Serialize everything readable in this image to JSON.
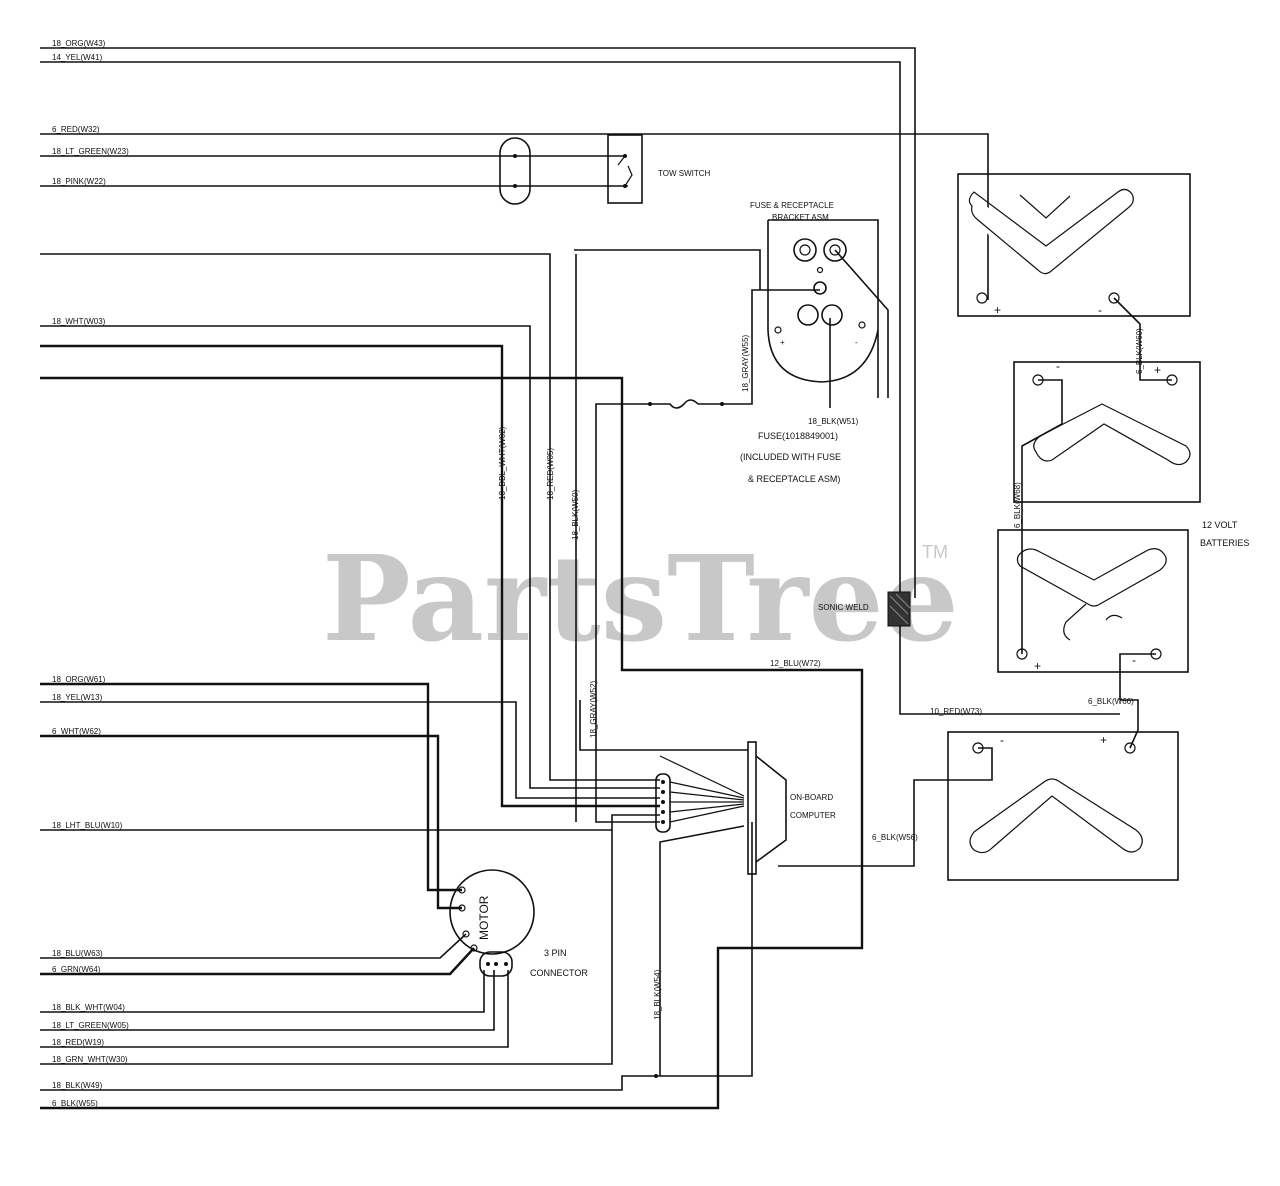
{
  "watermark": {
    "text": "PartsTree",
    "tm": "TM"
  },
  "labels": {
    "w43": "18_ORG(W43)",
    "w41": "14_YEL(W41)",
    "w32": "6_RED(W32)",
    "w23": "18_LT_GREEN(W23)",
    "w22": "18_PINK(W22)",
    "w03": "18_WHT(W03)",
    "w61": "18_ORG(W61)",
    "w13": "18_YEL(W13)",
    "w62": "6_WHT(W62)",
    "w10": "18_LHT_BLU(W10)",
    "w63": "18_BLU(W63)",
    "w64": "6_GRN(W64)",
    "w04": "18_BLK_WHT(W04)",
    "w05": "18_LT_GREEN(W05)",
    "w19": "18_RED(W19)",
    "w30": "18_GRN_WHT(W30)",
    "w49": "18_BLK(W49)",
    "w55b": "6_BLK(W55)",
    "tow_switch": "TOW SWITCH",
    "fuse_asm_1": "FUSE & RECEPTACLE",
    "fuse_asm_2": "BRACKET ASM",
    "gray_w55": "18_GRAY(W55)",
    "blk_w51": "18_BLK(W51)",
    "fuse_1": "FUSE(1018849001)",
    "fuse_2": "(INCLUDED WITH FUSE",
    "fuse_3": "& RECEPTACLE ASM)",
    "dbl_wht": "18_DBL_WHT(W02)",
    "red_w05": "18_RED(W05)",
    "blk_w50": "18_BLK(W50)",
    "gray_w52": "18_GRAY(W52)",
    "blu_w72": "12_BLU(W72)",
    "sonic_weld": "SONIC WELD",
    "red_w73": "10_RED(W73)",
    "blk_w66": "6_BLK(W66)",
    "blk_w56": "6_BLK(W56)",
    "blk_w60": "6_BLK(W60)",
    "blk_w68": "6_BLK(W68)",
    "batteries_1": "12 VOLT",
    "batteries_2": "BATTERIES",
    "computer_1": "ON-BOARD",
    "computer_2": "COMPUTER",
    "motor": "MOTOR",
    "pin_1": "3 PIN",
    "pin_2": "CONNECTOR",
    "blk_w54": "18_BLK(W54)"
  }
}
